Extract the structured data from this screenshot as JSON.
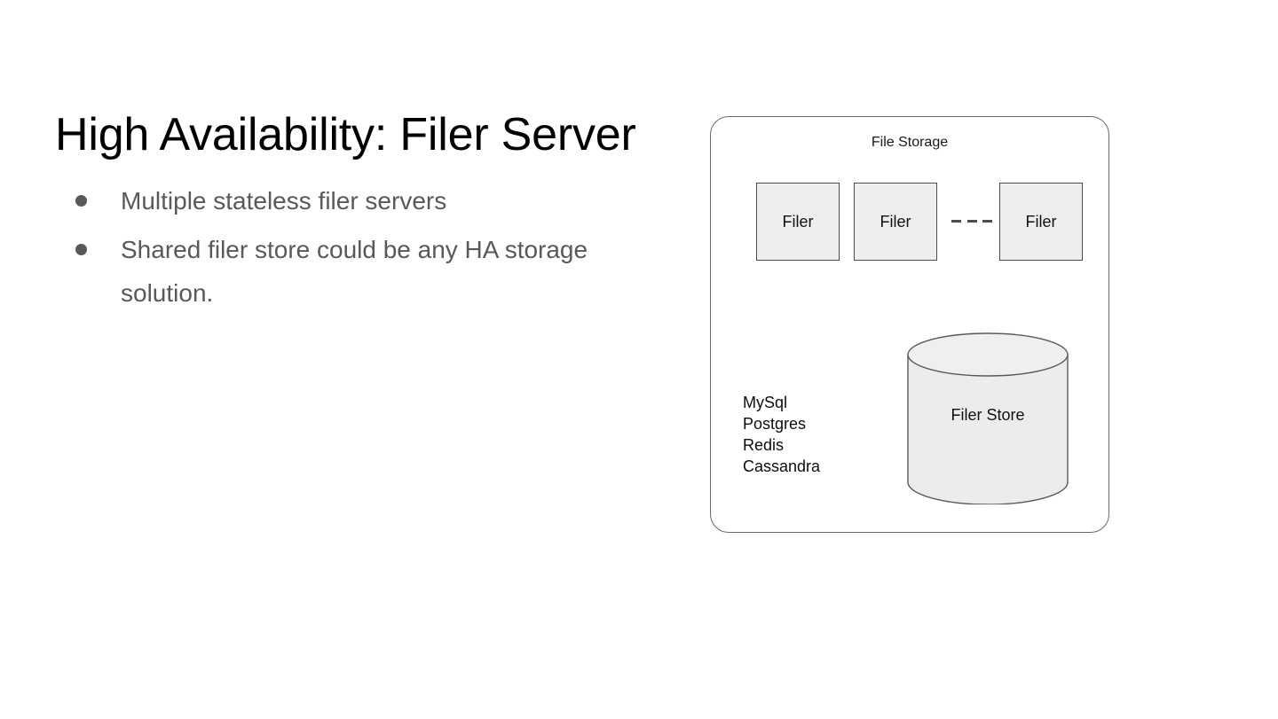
{
  "slide": {
    "title": "High Availability: Filer Server",
    "bullets": [
      "Multiple stateless filer servers",
      "Shared filer store could be any HA storage solution."
    ]
  },
  "diagram": {
    "container_label": "File Storage",
    "filers": [
      {
        "label": "Filer"
      },
      {
        "label": "Filer"
      },
      {
        "label": "Filer"
      }
    ],
    "ellipsis_separator": "- - -",
    "backends": [
      "MySql",
      "Postgres",
      "Redis",
      "Cassandra"
    ],
    "store": {
      "label": "Filer Store"
    },
    "colors": {
      "container_border": "#666a6e",
      "box_border": "#4d4d4d",
      "box_fill": "#eeeeee",
      "cylinder_fill": "#ececec",
      "cylinder_stroke": "#5a5a5a",
      "bullet_text": "#595959",
      "title_text": "#000000"
    }
  }
}
